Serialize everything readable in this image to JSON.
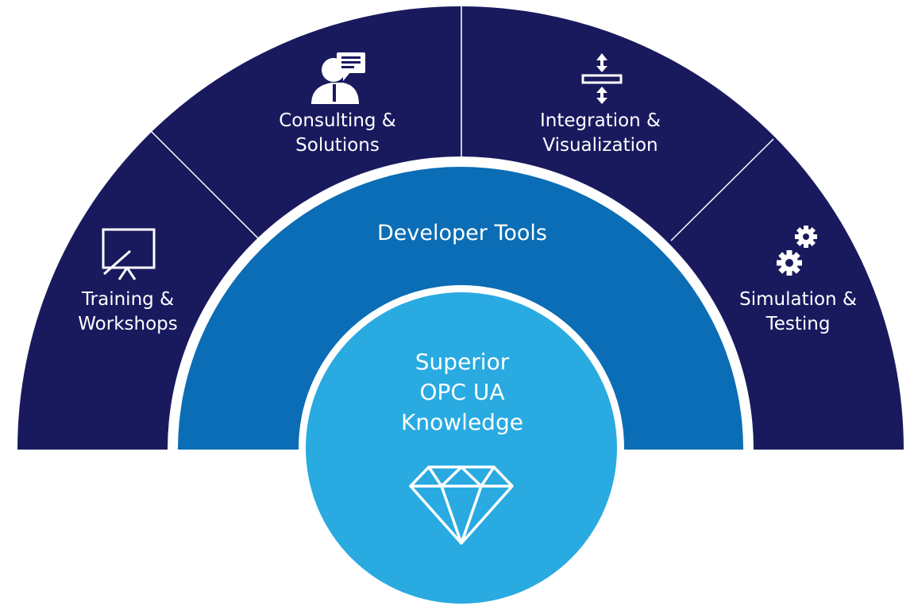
{
  "colors": {
    "outer": "#191a5e",
    "middle": "#0b6db5",
    "core": "#29aae1",
    "gap": "#ffffff"
  },
  "segments": [
    {
      "id": "training",
      "line1": "Training &",
      "line2": "Workshops",
      "icon": "presentation-board-icon"
    },
    {
      "id": "consulting",
      "line1": "Consulting &",
      "line2": "Solutions",
      "icon": "consultant-chat-icon"
    },
    {
      "id": "integration",
      "line1": "Integration &",
      "line2": "Visualization",
      "icon": "integration-arrows-icon"
    },
    {
      "id": "simulation",
      "line1": "Simulation &",
      "line2": "Testing",
      "icon": "gears-icon"
    }
  ],
  "middle": {
    "label": "Developer Tools"
  },
  "core": {
    "line1": "Superior",
    "line2": "OPC UA",
    "line3": "Knowledge",
    "icon": "diamond-icon"
  }
}
